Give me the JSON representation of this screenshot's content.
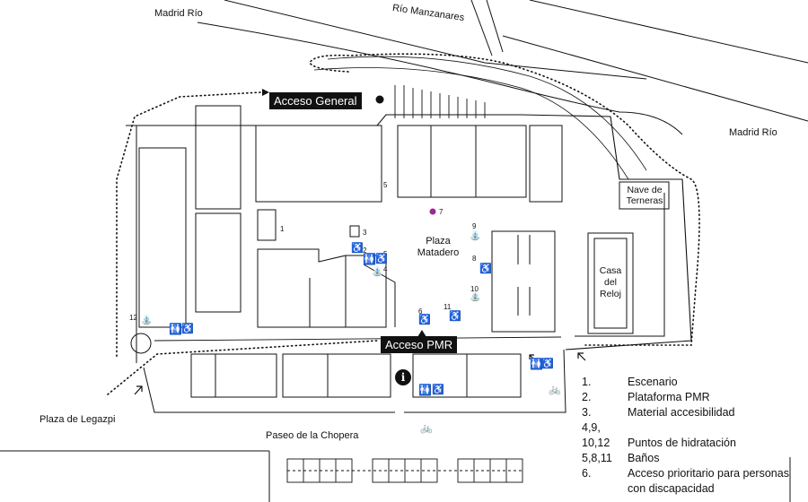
{
  "labels": {
    "madrid_rio_top": "Madrid Río",
    "rio_manzanares": "Río Manzanares",
    "madrid_rio_right": "Madrid Río",
    "plaza_legazpi": "Plaza de Legazpi",
    "paseo_chopera": "Paseo de la Chopera",
    "plaza_matadero": "Plaza\nMatadero",
    "nave_terneras": "Nave de\nTerneras",
    "casa_reloj": "Casa\ndel\nReloj"
  },
  "badges": {
    "acceso_general": "Acceso General",
    "acceso_pmr": "Acceso PMR"
  },
  "markers": [
    "1",
    "2",
    "3",
    "4",
    "5",
    "6",
    "7",
    "8",
    "9",
    "10",
    "11",
    "12"
  ],
  "legend": [
    {
      "num": "1.",
      "text": "Escenario"
    },
    {
      "num": "2.",
      "text": "Plataforma PMR"
    },
    {
      "num": "3.",
      "text": "Material accesibilidad"
    },
    {
      "num": "4,9,",
      "text": ""
    },
    {
      "num": "10,12",
      "text": "Puntos de hidratación"
    },
    {
      "num": "5,8,11",
      "text": "Baños"
    },
    {
      "num": "6.",
      "text": "Acceso prioritario para personas con discapacidad"
    }
  ],
  "icons": {
    "wheelchair": "♿",
    "toilets": "🚻",
    "fountain": "⛲",
    "bicycle": "🚲",
    "info": "i",
    "arrow": "↖"
  },
  "colors": {
    "ink": "#111111",
    "marker_point_7": "#9b2a8f",
    "background": "#ffffff"
  }
}
